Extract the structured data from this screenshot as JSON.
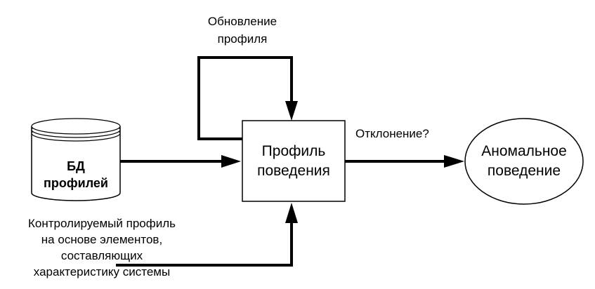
{
  "nodes": {
    "database": {
      "line1": "БД",
      "line2": "профилей"
    },
    "behavior_profile": {
      "line1": "Профиль",
      "line2": "поведения"
    },
    "anomalous_behavior": {
      "line1": "Аномальное",
      "line2": "поведение"
    }
  },
  "labels": {
    "profile_update": {
      "line1": "Обновление",
      "line2": "профиля"
    },
    "deviation": "Отклонение?",
    "monitored_profile": {
      "line1": "Контролируемый профиль",
      "line2": "на основе элементов,",
      "line3": "составляющих",
      "line4": "характеристику системы"
    }
  },
  "colors": {
    "stroke": "#000000",
    "background": "#ffffff",
    "cylinder_fill": "#ffffff"
  }
}
